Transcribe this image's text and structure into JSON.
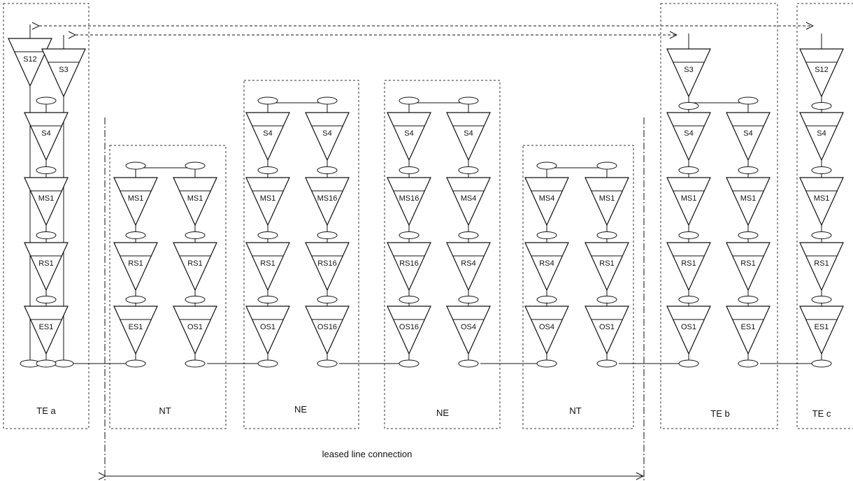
{
  "boxes": [
    {
      "key": "te-a",
      "label": "TE a"
    },
    {
      "key": "nt-1",
      "label": "NT"
    },
    {
      "key": "ne-1",
      "label": "NE"
    },
    {
      "key": "ne-2",
      "label": "NE"
    },
    {
      "key": "nt-2",
      "label": "NT"
    },
    {
      "key": "te-b",
      "label": "TE b"
    },
    {
      "key": "te-c",
      "label": "TE c"
    }
  ],
  "stacks": [
    {
      "box": "te-a",
      "layers": [
        "S12"
      ]
    },
    {
      "box": "te-a",
      "layers": [
        "S3"
      ]
    },
    {
      "box": "te-a",
      "layers": [
        "S4",
        "MS1",
        "RS1",
        "ES1"
      ]
    },
    {
      "box": "nt-1",
      "layers": [
        "MS1",
        "RS1",
        "ES1"
      ]
    },
    {
      "box": "nt-1",
      "layers": [
        "MS1",
        "RS1",
        "OS1"
      ]
    },
    {
      "box": "ne-1",
      "layers": [
        "S4",
        "MS1",
        "RS1",
        "OS1"
      ]
    },
    {
      "box": "ne-1",
      "layers": [
        "S4",
        "MS16",
        "RS16",
        "OS16"
      ]
    },
    {
      "box": "ne-2",
      "layers": [
        "S4",
        "MS16",
        "RS16",
        "OS16"
      ]
    },
    {
      "box": "ne-2",
      "layers": [
        "S4",
        "MS4",
        "RS4",
        "OS4"
      ]
    },
    {
      "box": "nt-2",
      "layers": [
        "MS4",
        "RS4",
        "OS4"
      ]
    },
    {
      "box": "nt-2",
      "layers": [
        "MS1",
        "RS1",
        "OS1"
      ]
    },
    {
      "box": "te-b",
      "layers": [
        "S3",
        "S4",
        "MS1",
        "RS1",
        "OS1"
      ]
    },
    {
      "box": "te-b",
      "layers": [
        "S4",
        "MS1",
        "RS1",
        "ES1"
      ]
    },
    {
      "box": "te-c",
      "layers": [
        "S12",
        "S4",
        "MS1",
        "RS1",
        "ES1"
      ]
    }
  ],
  "leased_line_label": "leased line connection"
}
